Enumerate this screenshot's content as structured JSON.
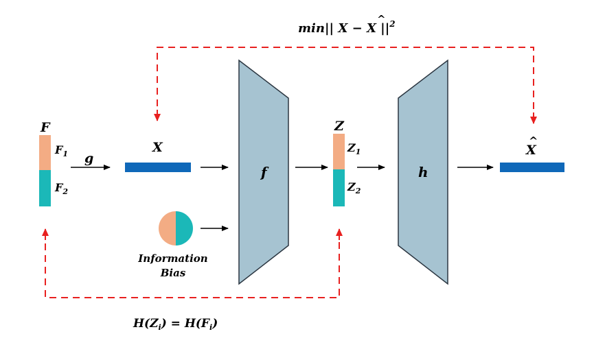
{
  "colors": {
    "peach": "#F3AC84",
    "teal": "#1BB8B8",
    "blue": "#0F68B9",
    "trapezoid_fill": "#A6C3D1",
    "trapezoid_stroke": "#2A3540",
    "arrow": "#000000",
    "feedback": "#E8201F"
  },
  "labels": {
    "f_vector": "F",
    "f1_base": "F",
    "f1_sub": "1",
    "f2_base": "F",
    "f2_sub": "2",
    "g": "g",
    "x": "X",
    "encoder": "f",
    "z_vector": "Z",
    "z1_base": "Z",
    "z1_sub": "1",
    "z2_base": "Z",
    "z2_sub": "2",
    "decoder": "h",
    "xhat": "X",
    "info_line1": "Information",
    "info_line2": "Bias"
  },
  "equations": {
    "reconstruction": {
      "prefix": "min|| ",
      "x": "X",
      "minus": " − ",
      "xhat": "X",
      "suffix": " ||",
      "power": "2"
    },
    "entropy": {
      "h1": "H(Z",
      "sub1": "i",
      "mid": ") = H(F",
      "sub2": "i",
      "end": ")"
    }
  }
}
